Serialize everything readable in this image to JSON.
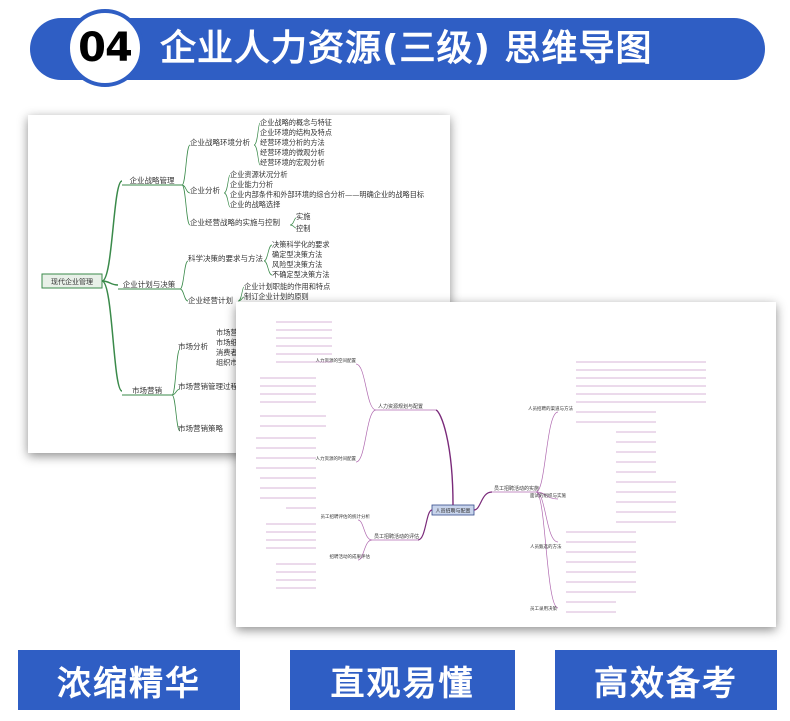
{
  "header": {
    "number": "04",
    "title": "企业人力资源(三级) 思维导图"
  },
  "mindmap1": {
    "root": "现代企业管理",
    "branches": [
      {
        "label": "企业战略管理"
      },
      {
        "label": "企业计划与决策"
      },
      {
        "label": "市场营销"
      }
    ],
    "subbranches": [
      {
        "label": "企业战略环境分析"
      },
      {
        "label": "企业分析"
      },
      {
        "label": "企业经营战略的实施与控制"
      },
      {
        "label": "科学决策的要求与方法"
      },
      {
        "label": "企业经营计划"
      },
      {
        "label": "市场分析"
      },
      {
        "label": "市场营销管理过程"
      },
      {
        "label": "市场营销策略"
      }
    ],
    "leaves": [
      "企业战略的概念与特征",
      "企业环境的结构及特点",
      "经营环境分析的方法",
      "经营环境的微观分析",
      "经营环境的宏观分析",
      "企业资源状况分析",
      "企业能力分析",
      "企业内部条件和外部环境的综合分析——明确企业的战略目标",
      "企业的战略选择",
      "实施",
      "控制",
      "决策科学化的要求",
      "确定型决策方法",
      "风险型决策方法",
      "不确定型决策方法",
      "企业计划职能的作用和特点",
      "制订企业计划的原则",
      "市场营",
      "市场细",
      "消费者",
      "组织市"
    ]
  },
  "mindmap2": {
    "root": "人员招聘与配置",
    "branches": [
      "人力资源规划与配置",
      "员工招聘活动的实施",
      "员工招聘活动的评估"
    ],
    "subbranches": [
      "人力资源的空间配置",
      "人力资源的时间配置",
      "员工招聘评估的统计分析",
      "招聘活动的成果评估",
      "人员招聘的渠道与方法",
      "面试的组织与实施",
      "人员甄选的方法",
      "员工录用决策"
    ]
  },
  "footer": {
    "buttons": [
      "浓缩精华",
      "直观易懂",
      "高效备考"
    ]
  }
}
